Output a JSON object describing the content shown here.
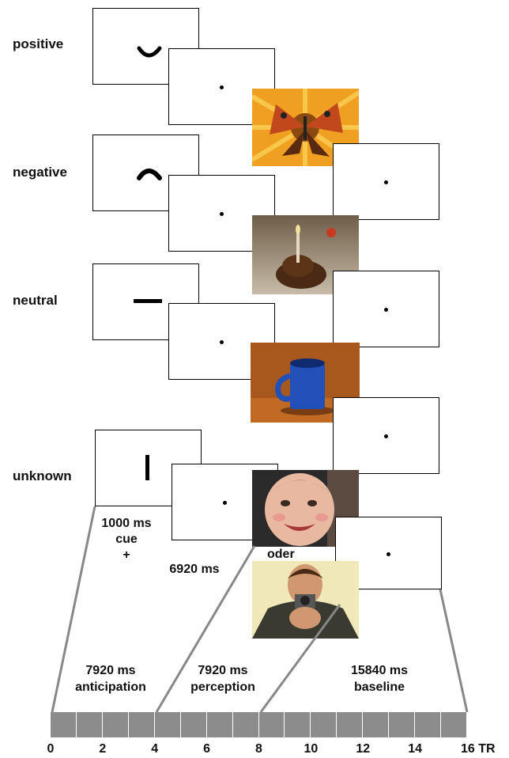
{
  "conditions": {
    "positive": "positive",
    "negative": "negative",
    "neutral": "neutral",
    "unknown": "unknown"
  },
  "timing": {
    "cue_duration": "1000 ms",
    "cue_word": "cue",
    "plus_sign": "+",
    "fixation_duration": "6920 ms",
    "alternative": "oder"
  },
  "phases": {
    "anticipation_duration": "7920 ms",
    "anticipation_label": "anticipation",
    "perception_duration": "7920 ms",
    "perception_label": "perception",
    "baseline_duration": "15840 ms",
    "baseline_label": "baseline"
  },
  "timeline": {
    "ticks": [
      "0",
      "2",
      "4",
      "6",
      "8",
      "10",
      "12",
      "14",
      "16 TR"
    ],
    "segments": 16
  },
  "icons": {
    "positive_cue": "smile-curve-icon",
    "negative_cue": "frown-curve-icon",
    "neutral_cue": "horizontal-bar-icon",
    "unknown_cue": "vertical-bar-icon",
    "photos": [
      "butterfly-on-flower",
      "disgusting-food",
      "blue-mug",
      "smiling-baby",
      "gun-pointing-man"
    ]
  }
}
